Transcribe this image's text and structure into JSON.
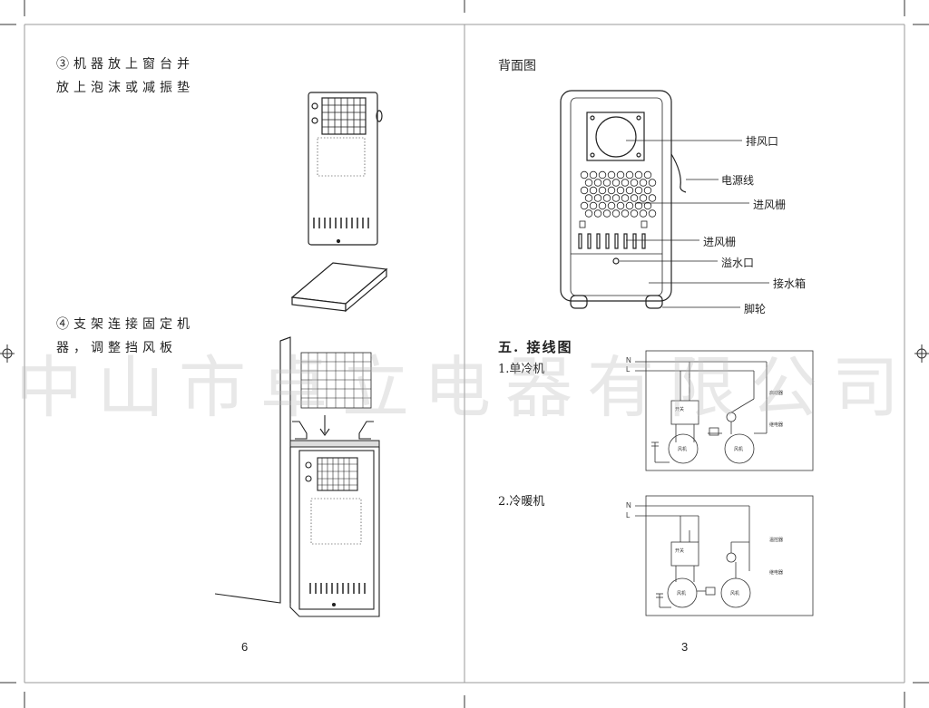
{
  "left_page": {
    "step3": {
      "line1": "③机器放上窗台并",
      "line2": "放上泡沫或减振垫"
    },
    "step4": {
      "line1": "④支架连接固定机",
      "line2": "器，调整挡风板"
    },
    "page_number": "6"
  },
  "right_page": {
    "back_view": {
      "title": "背面图",
      "labels": {
        "exhaust": "排风口",
        "power_cord": "电源线",
        "intake_grille_upper": "进风栅",
        "intake_grille_lower": "进风栅",
        "overflow": "溢水口",
        "water_tank": "接水箱",
        "casters": "脚轮"
      }
    },
    "section": {
      "number": "五.",
      "title": "接线图"
    },
    "diagram1": {
      "title": "1.单冷机",
      "n": "N",
      "l": "L",
      "switch": "开关",
      "motor1": "风机",
      "motor2": "风机",
      "part1": "启动器",
      "part2": "继电器"
    },
    "diagram2": {
      "title": "2.冷暖机",
      "n": "N",
      "l": "L",
      "switch": "开关",
      "motor1": "风机",
      "motor2": "风机",
      "part1": "温控器",
      "part2": "继电器"
    },
    "page_number": "3"
  },
  "watermark": "中山市卓立电器有限公司"
}
